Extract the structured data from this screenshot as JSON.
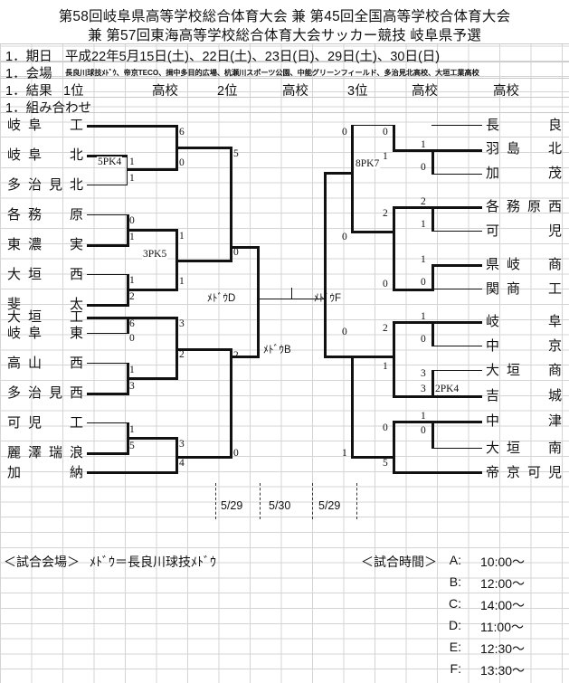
{
  "header": {
    "title_line1": "第58回岐阜県高等学校総合体育大会 兼 第45回全国高等学校合体育大会",
    "title_line2": "兼 第57回東海高等学校総合体育大会サッカー競技  岐阜県予選",
    "date_label": "1．期日",
    "date_value": "平成22年5月15日(土)、22日(土)、23日(日)、29日(土)、30日(日)",
    "venue_label": "1．会場",
    "venue_value": "長良川球技ﾒﾄﾞｳ、帝京TECO、揖中多目的広場、杭瀬川スポーツ公園、中能グリーンフィールド、多治見北高校、大垣工業高校",
    "result_label": "1．結果",
    "result_1st": "1位",
    "result_1st_school": "高校",
    "result_2nd": "2位",
    "result_2nd_school": "高校",
    "result_3rd": "3位",
    "result_3rd_school": "高校",
    "result_4th_school": "高校",
    "bracket_label": "1．組み合わせ"
  },
  "bracket": {
    "left_teams": [
      {
        "c1": "岐",
        "c2": "阜",
        "c3": "",
        "c4": "工"
      },
      {
        "c1": "岐",
        "c2": "阜",
        "c3": "",
        "c4": "北"
      },
      {
        "c1": "多",
        "c2": "治",
        "c3": "見",
        "c4": "北"
      },
      {
        "c1": "各",
        "c2": "務",
        "c3": "",
        "c4": "原"
      },
      {
        "c1": "東",
        "c2": "濃",
        "c3": "",
        "c4": "実"
      },
      {
        "c1": "大",
        "c2": "垣",
        "c3": "",
        "c4": "西"
      },
      {
        "c1": "斐",
        "c2": "",
        "c3": "",
        "c4": "太"
      },
      {
        "c1": "大",
        "c2": "垣",
        "c3": "",
        "c4": "工"
      },
      {
        "c1": "岐",
        "c2": "阜",
        "c3": "",
        "c4": "東"
      },
      {
        "c1": "高",
        "c2": "山",
        "c3": "",
        "c4": "西"
      },
      {
        "c1": "多",
        "c2": "治",
        "c3": "見",
        "c4": "西"
      },
      {
        "c1": "可",
        "c2": "児",
        "c3": "",
        "c4": "工"
      },
      {
        "c1": "麗",
        "c2": "澤",
        "c3": "瑞",
        "c4": "浪"
      },
      {
        "c1": "加",
        "c2": "",
        "c3": "",
        "c4": "納"
      }
    ],
    "right_teams": [
      {
        "c1": "長",
        "c2": "",
        "c3": "",
        "c4": "良"
      },
      {
        "c1": "羽",
        "c2": "島",
        "c3": "",
        "c4": "北"
      },
      {
        "c1": "加",
        "c2": "",
        "c3": "",
        "c4": "茂"
      },
      {
        "c1": "各",
        "c2": "務",
        "c3": "原",
        "c4": "西"
      },
      {
        "c1": "可",
        "c2": "",
        "c3": "",
        "c4": "児"
      },
      {
        "c1": "県",
        "c2": "岐",
        "c3": "",
        "c4": "商"
      },
      {
        "c1": "関",
        "c2": "商",
        "c3": "",
        "c4": "工"
      },
      {
        "c1": "岐",
        "c2": "",
        "c3": "",
        "c4": "阜"
      },
      {
        "c1": "中",
        "c2": "",
        "c3": "",
        "c4": "京"
      },
      {
        "c1": "大",
        "c2": "垣",
        "c3": "",
        "c4": "商"
      },
      {
        "c1": "吉",
        "c2": "",
        "c3": "",
        "c4": "城"
      },
      {
        "c1": "中",
        "c2": "",
        "c3": "",
        "c4": "津"
      },
      {
        "c1": "大",
        "c2": "垣",
        "c3": "",
        "c4": "南"
      },
      {
        "c1": "帝",
        "c2": "京",
        "c3": "可",
        "c4": "児"
      }
    ],
    "left_scores": {
      "r1_a_top": "1",
      "r1_a_bot": "1",
      "r1_b_top": "0",
      "r1_b_bot": "1",
      "r1_c_top": "1",
      "r1_c_bot": "2",
      "r1_d_top": "6",
      "r1_d_bot": "0",
      "r1_e_top": "1",
      "r1_e_bot": "3",
      "r1_f_top": "1",
      "r1_f_bot": "5",
      "r2_a_top": "6",
      "r2_a_bot": "0",
      "r2_b_top": "1",
      "r2_b_bot": "1",
      "r2_c_top": "3",
      "r2_c_bot": "2",
      "r2_d_top": "3",
      "r2_d_bot": "4",
      "r3_top": "5",
      "r3_bot": "0",
      "r3b_top": "2",
      "r3b_bot": "0"
    },
    "right_scores": {
      "r1_a_top": "1",
      "r1_a_bot": "0",
      "r1_b_top": "2",
      "r1_b_bot": "1",
      "r1_c_top": "1",
      "r1_c_bot": "0",
      "r1_d_top": "1",
      "r1_d_bot": "0",
      "r1_e_top": "3",
      "r1_e_bot": "3",
      "r1_f_top": "1",
      "r1_f_bot": "0",
      "r2_a_top": "0",
      "r2_a_bot": "1",
      "r2_b_top": "2",
      "r2_b_bot": "0",
      "r2_c_top": "2",
      "r2_c_bot": "1",
      "r2_d_top": "0",
      "r2_d_bot": "5",
      "r3_top": "0",
      "r3_bot": "0",
      "r3b_top": "0",
      "r3b_bot": "1"
    },
    "pk_labels": {
      "left_top": "5PK4",
      "left_mid": "3PK5",
      "right_top": "8PK7",
      "right_bot": "2PK4"
    },
    "venue_marks": {
      "semi_left": "ﾒﾄﾞｳD",
      "semi_right": "ﾒﾄﾞｳF",
      "final": "ﾒﾄﾞｳB"
    },
    "dates": [
      "5/29",
      "5/30",
      "5/29"
    ]
  },
  "footer": {
    "venue_head": "＜試合会場＞",
    "venue_text": "ﾒﾄﾞｳ＝長良川球技ﾒﾄﾞｳ",
    "time_head": "＜試合時間＞",
    "times": [
      {
        "key": "A:",
        "value": "10:00～"
      },
      {
        "key": "B:",
        "value": "12:00～"
      },
      {
        "key": "C:",
        "value": "14:00～"
      },
      {
        "key": "D:",
        "value": "11:00～"
      },
      {
        "key": "E:",
        "value": "12:30～"
      },
      {
        "key": "F:",
        "value": "13:30～"
      }
    ]
  }
}
